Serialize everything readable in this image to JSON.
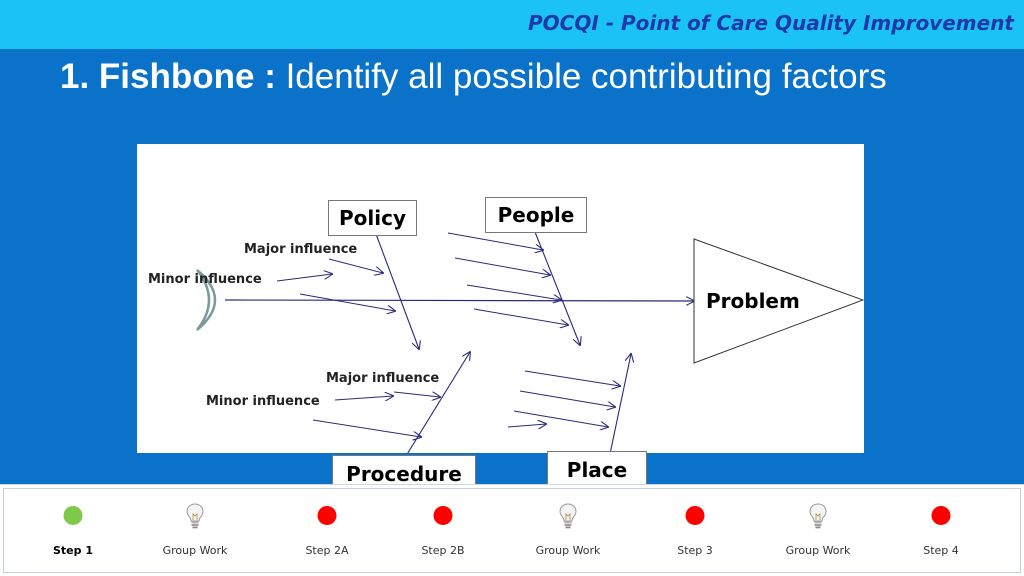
{
  "header": {
    "org_title": "POCQI - Point of Care Quality Improvement",
    "heading_bold": "1. Fishbone :",
    "heading_rest": " Identify all possible contributing factors"
  },
  "diagram": {
    "categories": {
      "policy": "Policy",
      "people": "People",
      "procedure": "Procedure",
      "place": "Place"
    },
    "problem": "Problem",
    "upper_major_label": "Major influence",
    "upper_minor_label": "Minor influence",
    "lower_major_label": "Major influence",
    "lower_minor_label": "Minor influence"
  },
  "steps": [
    {
      "label": "Step 1",
      "marker": "dot",
      "color": "#7ec84a",
      "current": true
    },
    {
      "label": "Group Work",
      "marker": "lightbulb-icon",
      "current": false
    },
    {
      "label": "Step 2A",
      "marker": "dot",
      "color": "#ff0000",
      "current": false
    },
    {
      "label": "Step 2B",
      "marker": "dot",
      "color": "#ff0000",
      "current": false
    },
    {
      "label": "Group Work",
      "marker": "lightbulb-icon",
      "current": false
    },
    {
      "label": "Step 3",
      "marker": "dot",
      "color": "#ff0000",
      "current": false
    },
    {
      "label": "Group Work",
      "marker": "lightbulb-icon",
      "current": false
    },
    {
      "label": "Step 4",
      "marker": "dot",
      "color": "#ff0000",
      "current": false
    }
  ]
}
